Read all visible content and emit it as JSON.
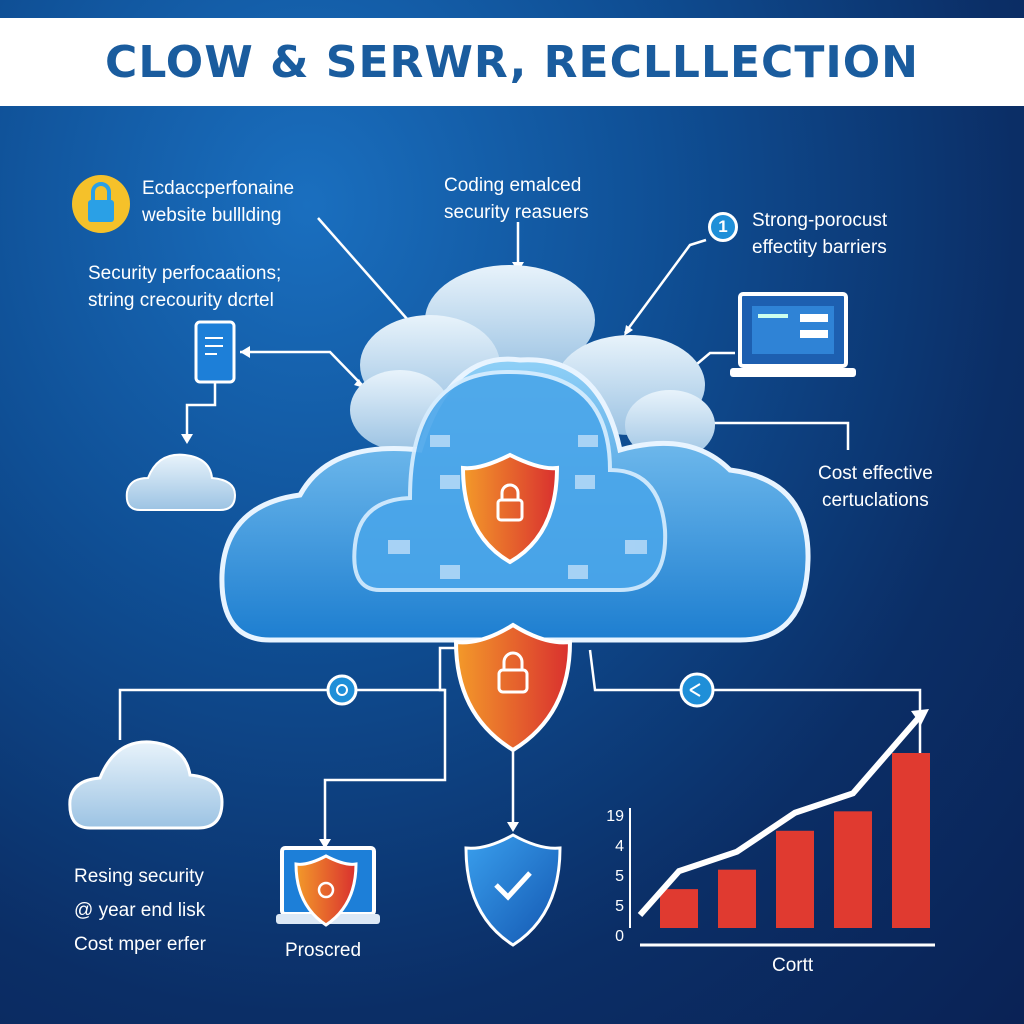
{
  "title": "CLOW & SERWR, RECLLLECTION",
  "labels": {
    "top_left": [
      "Ecdaccperfonaine",
      "website bulllding"
    ],
    "top_center": [
      "Coding emalced",
      "security reasuers"
    ],
    "top_right": [
      "Strong-porocust",
      "effectity barriers"
    ],
    "left_mid": [
      "Security perfocaations;",
      "string crecourity dcrtel"
    ],
    "right_mid": [
      "Cost effective",
      "certuclations"
    ],
    "bottom_left": [
      "Resing security",
      "@ year end lisk",
      "Cost mper erfer"
    ],
    "laptop_caption": "Proscred",
    "badge_number": "1"
  },
  "colors": {
    "accent": "#1a5c9e",
    "bar": "#e03a30",
    "shield_orange": "#f07a2a",
    "shield_blue": "#1e7fd6"
  },
  "chart_data": {
    "type": "bar",
    "y_ticks": [
      "19",
      "4",
      "5",
      "5",
      "0"
    ],
    "values": [
      2,
      3,
      5,
      6,
      9
    ],
    "xlabel": "Cortt",
    "trend": "rising"
  }
}
